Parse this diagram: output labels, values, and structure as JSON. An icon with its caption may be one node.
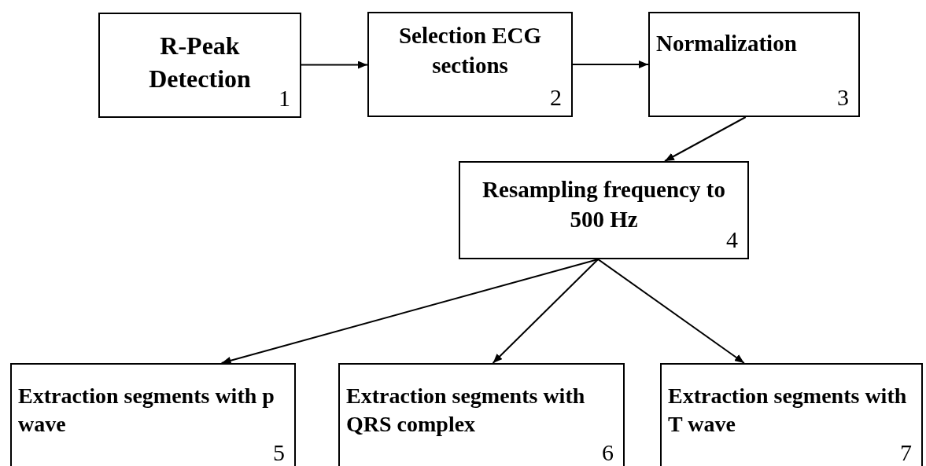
{
  "diagram": {
    "nodes": [
      {
        "text": [
          "R-Peak Detection",
          "1"
        ]
      },
      {
        "text": [
          "Selection ECG sections",
          "2"
        ]
      },
      {
        "text": [
          "Normalization",
          "3"
        ]
      },
      {
        "text": [
          "Resampling frequency to 500 Hz",
          "4"
        ]
      },
      {
        "text": [
          "Extraction segments with p wave",
          "5"
        ]
      },
      {
        "text": [
          "Extraction segments with QRS complex",
          "6"
        ]
      },
      {
        "text": [
          "Extraction segments with T wave",
          "7"
        ]
      }
    ],
    "edges": [
      {
        "from": 0,
        "to": 1,
        "arrow": "to"
      },
      {
        "from": 1,
        "to": 2,
        "arrow": "to"
      },
      {
        "from": 2,
        "to": 3,
        "arrow": "to"
      },
      {
        "from": 3,
        "to": 4,
        "arrow": "to"
      },
      {
        "from": 3,
        "to": 5,
        "arrow": "to"
      },
      {
        "from": 3,
        "to": 6,
        "arrow": "to"
      }
    ]
  }
}
